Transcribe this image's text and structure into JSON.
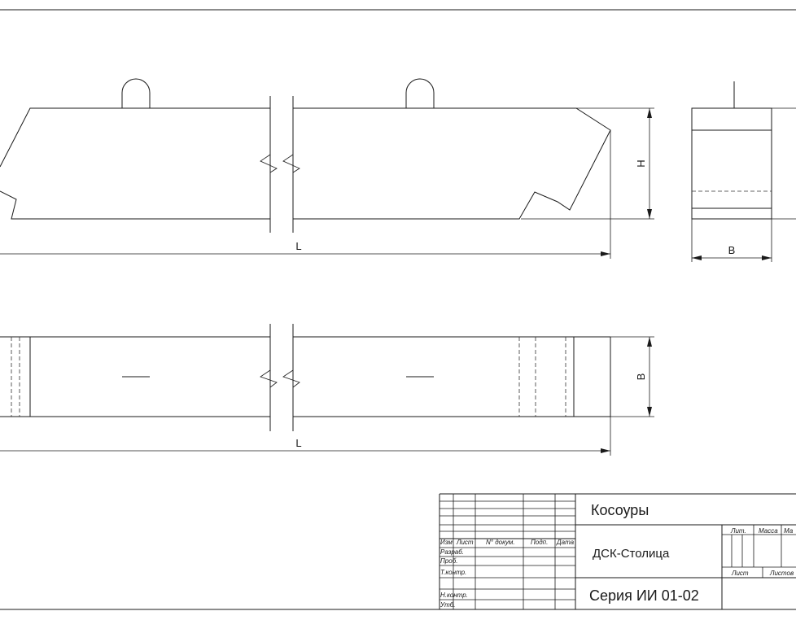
{
  "dimensions": {
    "length_top": "L",
    "height_side": "H",
    "width_side": "B",
    "width_plan": "B",
    "length_plan": "L"
  },
  "title_block": {
    "columns": {
      "izm": "Изм",
      "list": "Лист",
      "doc_no": "N° докум.",
      "sign": "Подп.",
      "date": "Дата"
    },
    "rows": {
      "developed": "Разраб.",
      "checked": "Проб.",
      "tech_control": "Т.контр.",
      "norm_control": "Н.контр.",
      "approved": "Утб."
    },
    "product_name": "Косоуры",
    "organization": "ДСК-Столица",
    "series": "Серия ИИ 01-02",
    "stage_label": "Лит.",
    "mass_label": "Масса",
    "scale_label_partial": "Ма",
    "sheet_label": "Лист",
    "sheets_label": "Листов"
  }
}
